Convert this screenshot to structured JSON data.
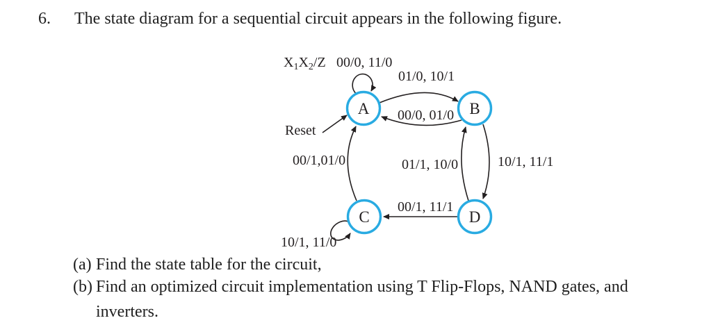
{
  "problem": {
    "number": "6.",
    "statement": "The state diagram for a sequential circuit appears in the following figure."
  },
  "diagram": {
    "accent_color": "#29abe2",
    "legend": {
      "p1": "X",
      "s1": "1",
      "p2": "X",
      "s2": "2",
      "p3": "/Z"
    },
    "reset_label": "Reset",
    "states": [
      {
        "id": "A",
        "label": "A"
      },
      {
        "id": "B",
        "label": "B"
      },
      {
        "id": "C",
        "label": "C"
      },
      {
        "id": "D",
        "label": "D"
      }
    ],
    "transitions": [
      {
        "from": "A",
        "to": "A",
        "label": "00/0, 11/0"
      },
      {
        "from": "A",
        "to": "B",
        "label": "01/0, 10/1"
      },
      {
        "from": "B",
        "to": "A",
        "label": "00/0, 01/0"
      },
      {
        "from": "C",
        "to": "A",
        "label": "00/1,01/0"
      },
      {
        "from": "D",
        "to": "B",
        "label": "01/1, 10/0"
      },
      {
        "from": "B",
        "to": "D",
        "label": "10/1, 11/1"
      },
      {
        "from": "D",
        "to": "C",
        "label": "00/1, 11/1"
      },
      {
        "from": "C",
        "to": "C",
        "label": "10/1, 11/0"
      }
    ]
  },
  "questions": [
    {
      "label": "(a)",
      "lines": [
        "Find the state table for the circuit,"
      ]
    },
    {
      "label": "(b)",
      "lines": [
        "Find an optimized circuit implementation using T Flip-Flops, NAND gates, and",
        "inverters."
      ]
    }
  ]
}
